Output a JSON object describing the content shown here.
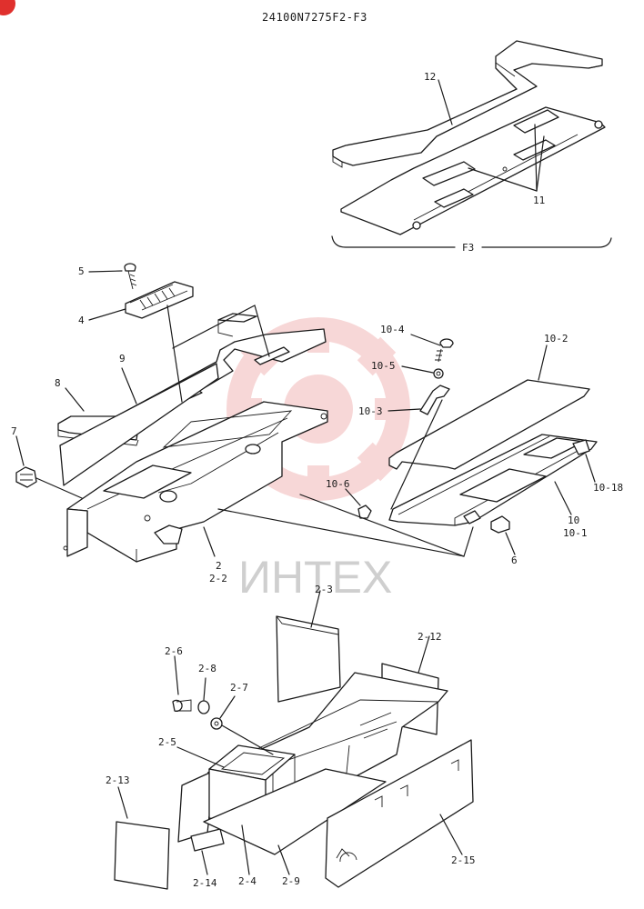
{
  "header": {
    "code": "24100N7275F2-F3"
  },
  "group_label": "F3",
  "watermark": {
    "text": "ИНТЕХ",
    "color": "#f2b8b8"
  },
  "corner_badge_color": "#e0302d",
  "callouts": [
    {
      "id": "c-12",
      "text": "12"
    },
    {
      "id": "c-11",
      "text": "11"
    },
    {
      "id": "c-5",
      "text": "5"
    },
    {
      "id": "c-4",
      "text": "4"
    },
    {
      "id": "c-9",
      "text": "9"
    },
    {
      "id": "c-8",
      "text": "8"
    },
    {
      "id": "c-7",
      "text": "7"
    },
    {
      "id": "c-2",
      "text": "2"
    },
    {
      "id": "c-2-2",
      "text": "2-2"
    },
    {
      "id": "c-10-4",
      "text": "10-4"
    },
    {
      "id": "c-10-5",
      "text": "10-5"
    },
    {
      "id": "c-10-3",
      "text": "10-3"
    },
    {
      "id": "c-10-2",
      "text": "10-2"
    },
    {
      "id": "c-10-6",
      "text": "10-6"
    },
    {
      "id": "c-10-18",
      "text": "10-18"
    },
    {
      "id": "c-10",
      "text": "10"
    },
    {
      "id": "c-10-1",
      "text": "10-1"
    },
    {
      "id": "c-6",
      "text": "6"
    },
    {
      "id": "c-2-3",
      "text": "2-3"
    },
    {
      "id": "c-2-12",
      "text": "2-12"
    },
    {
      "id": "c-2-6",
      "text": "2-6"
    },
    {
      "id": "c-2-8",
      "text": "2-8"
    },
    {
      "id": "c-2-7",
      "text": "2-7"
    },
    {
      "id": "c-2-5",
      "text": "2-5"
    },
    {
      "id": "c-2-13",
      "text": "2-13"
    },
    {
      "id": "c-2-14",
      "text": "2-14"
    },
    {
      "id": "c-2-4",
      "text": "2-4"
    },
    {
      "id": "c-2-9",
      "text": "2-9"
    },
    {
      "id": "c-2-15",
      "text": "2-15"
    }
  ]
}
